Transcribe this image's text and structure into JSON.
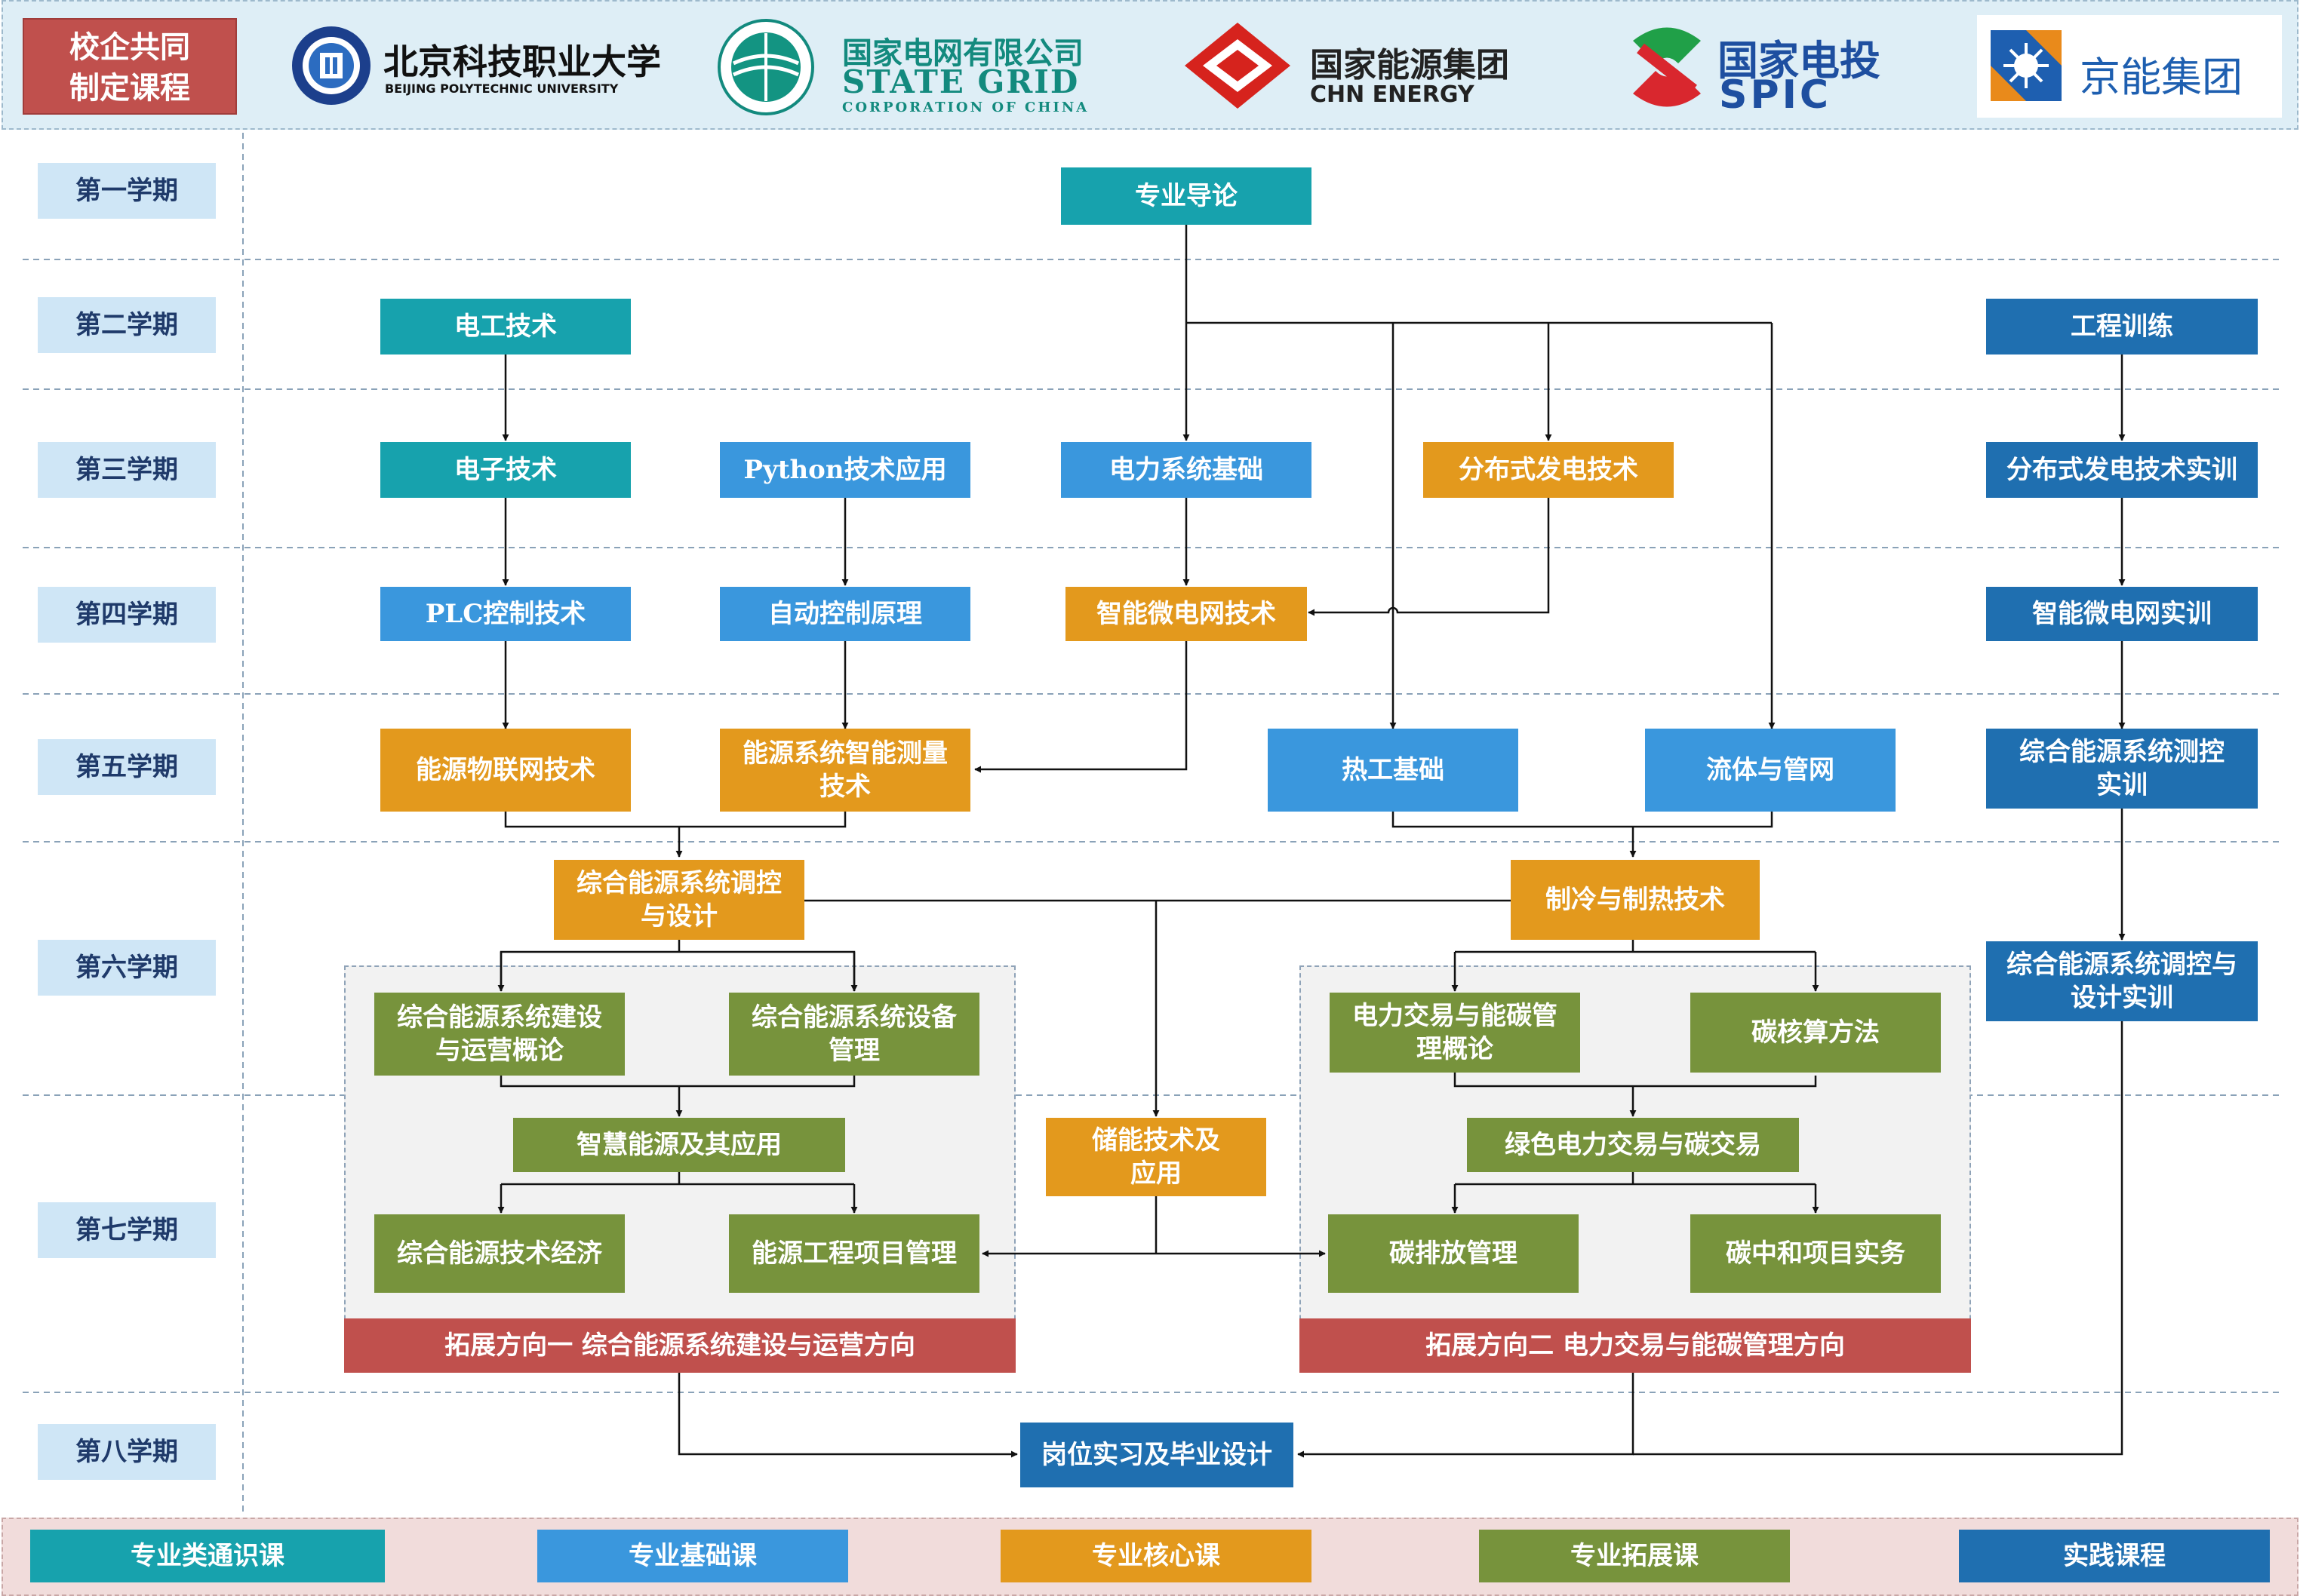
{
  "header": {
    "coop_label": "校企共同\n制定课程",
    "logos": [
      {
        "icon": "bpu-emblem-icon",
        "name_cn": "北京科技职业大学",
        "name_en": "BEIJING POLYTECHNIC UNIVERSITY"
      },
      {
        "icon": "state-grid-emblem-icon",
        "name_cn": "国家电网有限公司",
        "name_en": "STATE GRID",
        "sub_en": "CORPORATION OF CHINA"
      },
      {
        "icon": "chn-energy-emblem-icon",
        "name_cn": "国家能源集团",
        "name_en": "CHN ENERGY"
      },
      {
        "icon": "spic-emblem-icon",
        "name_cn": "国家电投",
        "name_en": "SPIC"
      },
      {
        "icon": "jingneng-emblem-icon",
        "name_cn": "京能集团"
      }
    ]
  },
  "semesters": [
    "第一学期",
    "第二学期",
    "第三学期",
    "第四学期",
    "第五学期",
    "第六学期",
    "第七学期",
    "第八学期"
  ],
  "courses": {
    "intro": "专业导论",
    "electrician": "电工技术",
    "electronics": "电子技术",
    "python": "Python技术应用",
    "power_basics": "电力系统基础",
    "distributed": "分布式发电技术",
    "plc": "PLC控制技术",
    "auto_control": "自动控制原理",
    "microgrid": "智能微电网技术",
    "iot": "能源物联网技术",
    "measure": "能源系统智能测量\n技术",
    "thermal": "热工基础",
    "fluid": "流体与管网",
    "ies_design": "综合能源系统调控\n与设计",
    "refrig": "制冷与制热技术",
    "ies_build": "综合能源系统建设\n与运营概论",
    "ies_equip": "综合能源系统设备\n管理",
    "trading_carbon": "电力交易与能碳管\n理概论",
    "carbon_acct": "碳核算方法",
    "smart_energy": "智慧能源及其应用",
    "storage": "储能技术及\n应用",
    "green_trade": "绿色电力交易与碳交易",
    "ies_econ": "综合能源技术经济",
    "project_mgmt": "能源工程项目管理",
    "emission": "碳排放管理",
    "neutral": "碳中和项目实务",
    "internship": "岗位实习及毕业设计",
    "eng_training": "工程训练",
    "dist_training": "分布式发电技术实训",
    "micro_training": "智能微电网实训",
    "ies_monitor_training": "综合能源系统测控\n实训",
    "ies_design_training": "综合能源系统调控与\n设计实训"
  },
  "directions": {
    "one": "拓展方向一  综合能源系统建设与运营方向",
    "two": "拓展方向二  电力交易与能碳管理方向"
  },
  "legend": [
    "专业类通识课",
    "专业基础课",
    "专业核心课",
    "专业拓展课",
    "实践课程"
  ],
  "colors": {
    "general": "#17a2ad",
    "foundation": "#3a97dd",
    "core": "#e3991d",
    "extension": "#77933c",
    "practice": "#1f6fb0",
    "direction": "#c0504d",
    "semester_bg": "#cfe6f6"
  }
}
